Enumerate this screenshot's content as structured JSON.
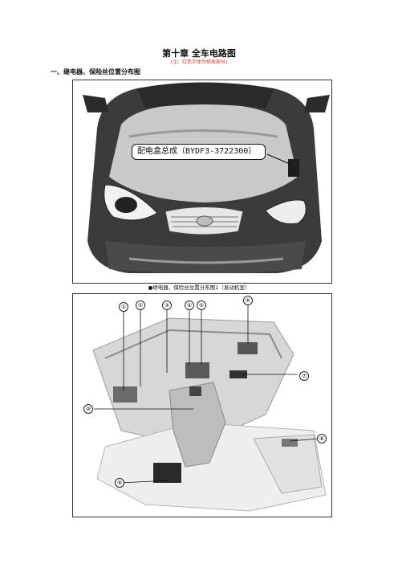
{
  "doc": {
    "title": "第十章  全车电路图",
    "note": "(注：红色字体为修改部分)",
    "section_heading": "一、继电器、保险丝位置分布图"
  },
  "figure1": {
    "callout": "配电盒总成（BYDF3-3722300）"
  },
  "figure2": {
    "caption": "●继电器、保险丝位置分布图1（发动机室）",
    "markers": [
      "①",
      "②",
      "③",
      "④",
      "⑤",
      "⑥",
      "⑦",
      "⑧",
      "⑨",
      "⑩"
    ]
  }
}
